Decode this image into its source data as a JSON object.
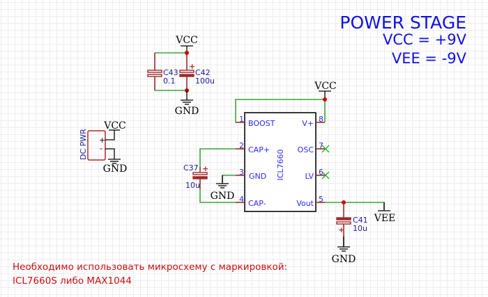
{
  "title": {
    "heading": "POWER STAGE",
    "vcc_line": "VCC = +9V",
    "vee_line": "VEE = -9V"
  },
  "note": {
    "line1": "Необходимо использовать микросхему с маркировкой:",
    "line2": "ICL7660S либо MAX1044"
  },
  "nets": {
    "vcc": "VCC",
    "gnd": "GND",
    "vee": "VEE"
  },
  "components": {
    "c43": {
      "ref": "C43",
      "value": "0.1"
    },
    "c42": {
      "ref": "C42",
      "value": "100u",
      "polarity": "+"
    },
    "c37": {
      "ref": "C37",
      "value": "10u",
      "polarity": "+"
    },
    "c41": {
      "ref": "C41",
      "value": "10u",
      "polarity": "+"
    },
    "dc_pwr": {
      "ref": "DC PWR",
      "pin_plus": "+",
      "pin_minus": "-"
    },
    "ic": {
      "part": "ICL7660",
      "pins": [
        {
          "num": "1",
          "name": "BOOST"
        },
        {
          "num": "2",
          "name": "CAP+"
        },
        {
          "num": "3",
          "name": "GND"
        },
        {
          "num": "4",
          "name": "CAP-"
        },
        {
          "num": "5",
          "name": "Vout"
        },
        {
          "num": "6",
          "name": "LV"
        },
        {
          "num": "7",
          "name": "OSC"
        },
        {
          "num": "8",
          "name": "V+"
        }
      ]
    }
  },
  "colors": {
    "wire": "#3aa33a",
    "component": "#9e2a2a",
    "junction": "#cc0000",
    "pin_text": "#2a2aff",
    "title": "#1010e8",
    "note": "#cc1010"
  }
}
